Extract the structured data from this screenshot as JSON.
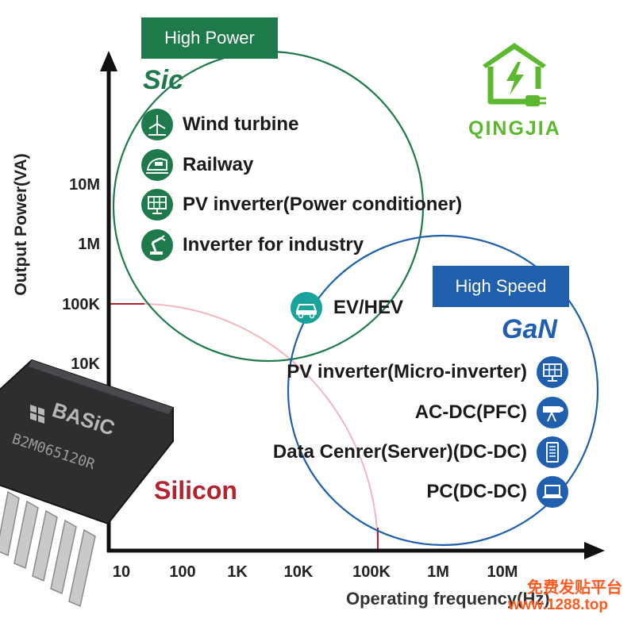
{
  "axes": {
    "y_label": "Output Power(VA)",
    "x_label": "Operating frequency(Hz)",
    "y_ticks": [
      "10M",
      "1M",
      "100K",
      "10K"
    ],
    "x_ticks": [
      "10",
      "100",
      "1K",
      "10K",
      "100K",
      "1M",
      "10M"
    ]
  },
  "sic": {
    "badge": "High Power",
    "title": "Sic",
    "color": "#1e7a4a",
    "items": [
      {
        "label": "Wind turbine",
        "icon": "wind-turbine-icon"
      },
      {
        "label": "Railway",
        "icon": "train-icon"
      },
      {
        "label": "PV inverter(Power conditioner)",
        "icon": "solar-panel-icon"
      },
      {
        "label": "Inverter for industry",
        "icon": "robot-arm-icon"
      }
    ]
  },
  "gan": {
    "badge": "High Speed",
    "title": "GaN",
    "color": "#1f5fad",
    "items": [
      {
        "label": "PV inverter(Micro-inverter)",
        "icon": "solar-panel-icon"
      },
      {
        "label": "AC-DC(PFC)",
        "icon": "projector-icon"
      },
      {
        "label": "Data Cenrer(Server)(DC-DC)",
        "icon": "server-icon"
      },
      {
        "label": "PC(DC-DC)",
        "icon": "laptop-icon"
      }
    ]
  },
  "overlap": {
    "label": "EV/HEV",
    "icon": "car-icon",
    "color": "#1aa39a"
  },
  "silicon": {
    "label": "Silicon",
    "color": "#b3232f"
  },
  "chip": {
    "brand": "BASiC",
    "part": "B2M065120R"
  },
  "logo": {
    "text": "QINGJIA",
    "color": "#5cb82e"
  },
  "watermark": {
    "line1": "免费发贴平台",
    "line2": "www.1288.top"
  }
}
